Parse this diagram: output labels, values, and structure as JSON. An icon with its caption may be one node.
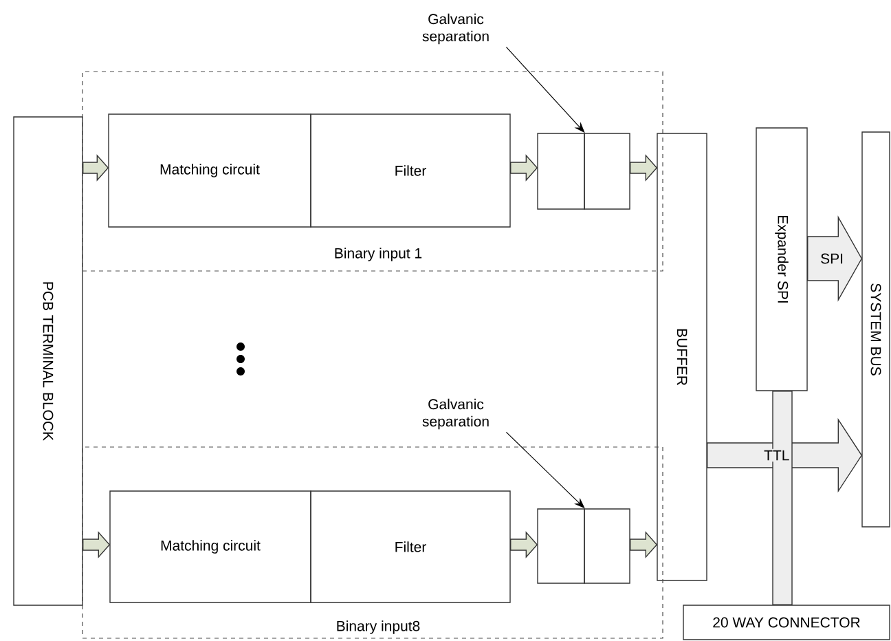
{
  "diagram": {
    "nodes": [
      {
        "text": [
          "PCB TERMINAL BLOCK"
        ]
      },
      {
        "text": [
          "Binary input 1"
        ]
      },
      {
        "text": [
          "Galvanic separation"
        ]
      },
      {
        "text": [
          "Matching circuit"
        ],
        "in": 1
      },
      {
        "text": [
          "Filter"
        ],
        "in": 1
      },
      {
        "text": [],
        "shape": "box",
        "in": 1
      },
      {
        "text": [],
        "shape": "box",
        "in": 1
      },
      {
        "text": [
          "BUFFER"
        ]
      },
      {
        "text": [
          "Expander SPI"
        ]
      },
      {
        "text": [
          "SYSTEM BUS"
        ]
      },
      {
        "text": [
          "Binary input8"
        ]
      },
      {
        "text": [
          "Galvanic separation"
        ]
      },
      {
        "text": [
          "Matching circuit"
        ],
        "in": 10
      },
      {
        "text": [
          "Filter"
        ],
        "in": 10
      },
      {
        "text": [],
        "shape": "box",
        "in": 10
      },
      {
        "text": [],
        "shape": "box",
        "in": 10
      },
      {
        "text": [
          "20 WAY CONNECTOR"
        ]
      }
    ],
    "edges": [
      {
        "from": 0,
        "to": 3,
        "arrow": "to",
        "style": "thick"
      },
      {
        "from": 4,
        "to": 5,
        "arrow": "to",
        "style": "thick"
      },
      {
        "from": 6,
        "to": 7,
        "arrow": "to",
        "style": "thick"
      },
      {
        "from": 2,
        "to": 5,
        "arrow": "to"
      },
      {
        "from": 0,
        "to": 12,
        "arrow": "to",
        "style": "thick"
      },
      {
        "from": 13,
        "to": 14,
        "arrow": "to",
        "style": "thick"
      },
      {
        "from": 15,
        "to": 7,
        "arrow": "to",
        "style": "thick"
      },
      {
        "from": 11,
        "to": 14,
        "arrow": "to"
      },
      {
        "from": 8,
        "to": 9,
        "arrow": "to",
        "style": "thick",
        "label": "SPI",
        "color": "#eeeeee"
      },
      {
        "from": 7,
        "to": 9,
        "arrow": "to",
        "style": "thick",
        "label": "TTL",
        "color": "#eeeeee"
      },
      {
        "from": 8,
        "to": 16,
        "arrow": "none",
        "style": "thick",
        "color": "#eeeeee"
      }
    ]
  }
}
